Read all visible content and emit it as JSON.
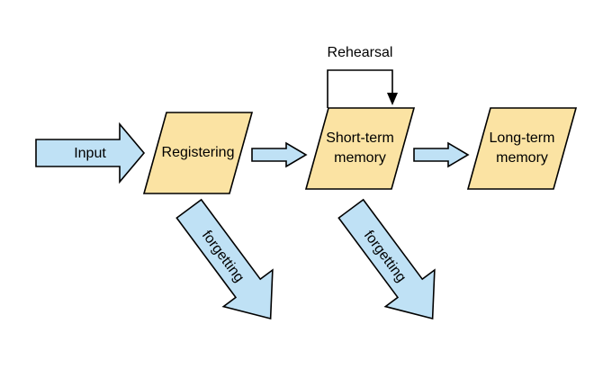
{
  "colors": {
    "arrow_fill": "#bfe1f5",
    "box_fill": "#fbe3a3",
    "stroke": "#000000",
    "background": "#ffffff"
  },
  "input_arrow": {
    "label": "Input"
  },
  "boxes": {
    "registering": {
      "label": "Registering"
    },
    "short_term": {
      "line1": "Short-term",
      "line2": "memory"
    },
    "long_term": {
      "line1": "Long-term",
      "line2": "memory"
    }
  },
  "loop": {
    "label": "Rehearsal"
  },
  "forgetting_arrows": [
    {
      "label": "forgetting"
    },
    {
      "label": "forgetting"
    }
  ]
}
